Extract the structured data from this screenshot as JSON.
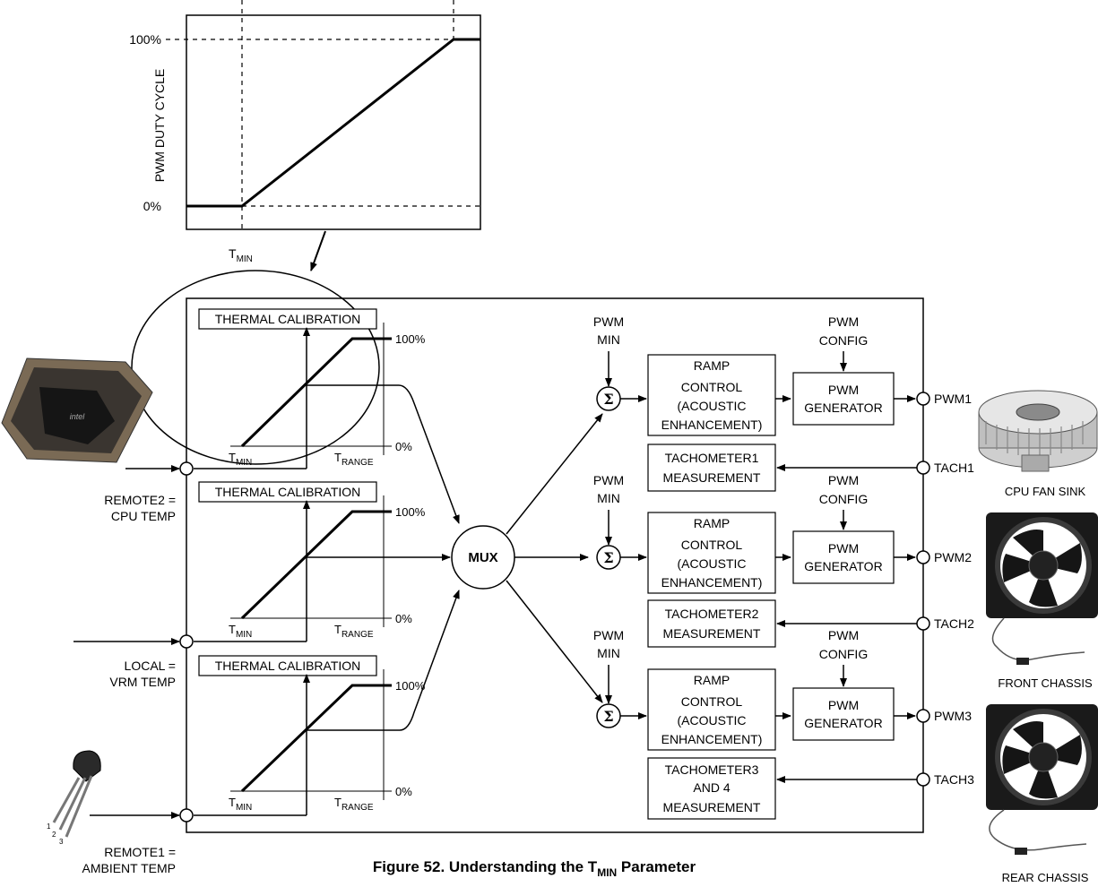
{
  "pwm_graph": {
    "y_axis_label": "PWM DUTY CYCLE",
    "y_tick_top": "100%",
    "y_tick_bottom": "0%",
    "x_label": "T",
    "x_label_sub": "MIN"
  },
  "inputs": [
    {
      "line1": "REMOTE2 =",
      "line2": "CPU TEMP"
    },
    {
      "line1": "LOCAL =",
      "line2": "VRM TEMP"
    },
    {
      "line1": "REMOTE1 =",
      "line2": "AMBIENT TEMP"
    }
  ],
  "calibration": {
    "title": "THERMAL CALIBRATION",
    "top_pct": "100%",
    "bottom_pct": "0%",
    "tmin": "T",
    "tmin_sub": "MIN",
    "trange": "T",
    "trange_sub": "RANGE"
  },
  "mux": "MUX",
  "sigma": "Σ",
  "pwm_min": {
    "line1": "PWM",
    "line2": "MIN"
  },
  "pwm_config": {
    "line1": "PWM",
    "line2": "CONFIG"
  },
  "ramp_control": [
    "RAMP",
    "CONTROL",
    "(ACOUSTIC",
    "ENHANCEMENT)"
  ],
  "pwm_generator": [
    "PWM",
    "GENERATOR"
  ],
  "tachometers": [
    {
      "line1": "TACHOMETER1",
      "line2": "MEASUREMENT",
      "line3": ""
    },
    {
      "line1": "TACHOMETER2",
      "line2": "MEASUREMENT",
      "line3": ""
    },
    {
      "line1": "TACHOMETER3",
      "line2": "AND 4",
      "line3": "MEASUREMENT"
    }
  ],
  "outputs": {
    "pwm": [
      "PWM1",
      "PWM2",
      "PWM3"
    ],
    "tach": [
      "TACH1",
      "TACH2",
      "TACH3"
    ]
  },
  "devices": {
    "cpu_fan": "CPU FAN SINK",
    "front_fan": "FRONT CHASSIS",
    "rear_fan": "REAR CHASSIS"
  },
  "caption": {
    "prefix": "Figure 52. Understanding the T",
    "sub": "MIN",
    "suffix": " Parameter"
  },
  "colors": {
    "line": "#000000",
    "chip": "#2a2a2a",
    "fan": "#1a1a1a",
    "heatsink": "#bfbfbf"
  }
}
